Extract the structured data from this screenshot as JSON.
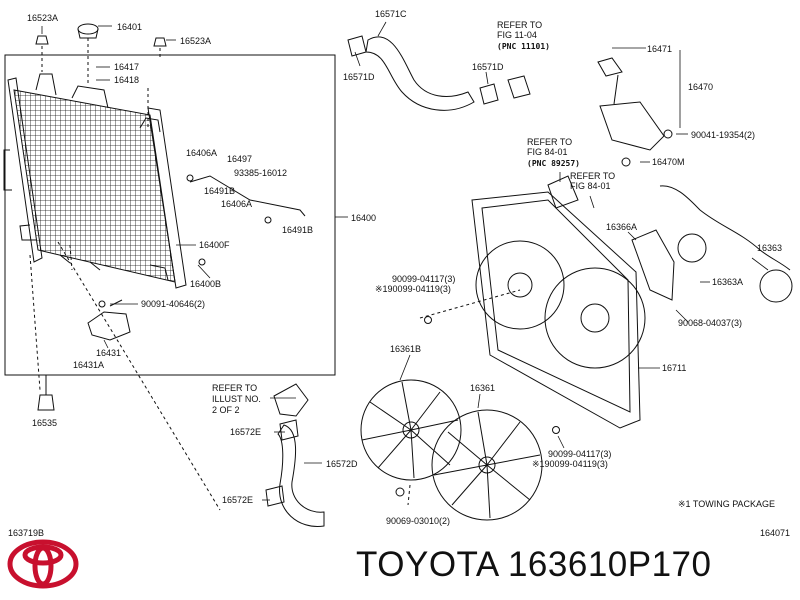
{
  "labels": {
    "p16523A_top": "16523A",
    "p16401": "16401",
    "p16523A_right": "16523A",
    "p16571C": "16571C",
    "refer_11_line1": "REFER TO",
    "refer_11_line2": "FIG 11-04",
    "refer_11_line3": "(PNC 11101)",
    "p16471": "16471",
    "p16417": "16417",
    "p16418": "16418",
    "p16571D_left": "16571D",
    "p16571D_right": "16571D",
    "p16470": "16470",
    "p90041": "90041-19354(2)",
    "refer_84a_line1": "REFER TO",
    "refer_84a_line2": "FIG 84-01",
    "refer_84a_line3": "(PNC 89257)",
    "p16470M": "16470M",
    "p16406A_top": "16406A",
    "p16497": "16497",
    "p93385": "93385-16012",
    "refer_84b_line1": "REFER TO",
    "refer_84b_line2": "FIG 84-01",
    "p16491B_top": "16491B",
    "p16406A_mid": "16406A",
    "p16491B_bot": "16491B",
    "p16400": "16400",
    "p16366A": "16366A",
    "p16363": "16363",
    "p16400F": "16400F",
    "p16400B": "16400B",
    "p90099_a1": "90099-04117(3)",
    "p90099_a2": "※190099-04119(3)",
    "p16363A": "16363A",
    "p90091": "90091-40646(2)",
    "p90068": "90068-04037(3)",
    "p16431": "16431",
    "p16431A": "16431A",
    "p16361B": "16361B",
    "p16711": "16711",
    "refer_illus_line1": "REFER TO",
    "refer_illus_line2": "ILLUST NO.",
    "refer_illus_line3": "2 OF 2",
    "p16361": "16361",
    "p16535": "16535",
    "p16572E_top": "16572E",
    "p90099_b1": "90099-04117(3)",
    "p90099_b2": "※190099-04119(3)",
    "p16572D": "16572D",
    "p16572E_bot": "16572E",
    "towing_note": "※1 TOWING PACKAGE",
    "p90069": "90069-03010(2)",
    "code_left": "163719B",
    "code_right": "164071"
  },
  "caption": "TOYOTA 163610P170",
  "colors": {
    "line": "#111111",
    "brand_red": "#c8102e"
  },
  "icons": {
    "logo": "toyota-logo"
  }
}
